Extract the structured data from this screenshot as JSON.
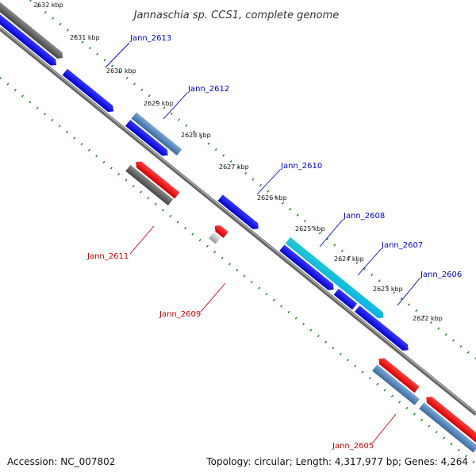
{
  "title": "Jannaschia sp. CCS1, complete genome",
  "footer": {
    "accession": "Accession: NC_007802",
    "summary": "Topology: circular; Length: 4,317,977 bp; Genes: 4,264"
  },
  "scale_labels": [
    "2632 kbp",
    "2631 kbp",
    "2630 kbp",
    "2629 kbp",
    "2628 kbp",
    "2627 kbp",
    "2626 kbp",
    "2625 kbp",
    "2624 kbp",
    "2623 kbp",
    "2622 kbp"
  ],
  "gene_labels": [
    {
      "text": "Jann_2613",
      "color": "#0000cc"
    },
    {
      "text": "Jann_2612",
      "color": "#0000cc"
    },
    {
      "text": "Jann_2610",
      "color": "#0000cc"
    },
    {
      "text": "Jann_2608",
      "color": "#0000cc"
    },
    {
      "text": "Jann_2607",
      "color": "#0000cc"
    },
    {
      "text": "Jann_2606",
      "color": "#0000cc"
    },
    {
      "text": "Jann_2611",
      "color": "#cc0000"
    },
    {
      "text": "Jann_2609",
      "color": "#cc0000"
    },
    {
      "text": "Jann_2605",
      "color": "#cc0000"
    }
  ],
  "colors": {
    "forward_gene": "#0000ee",
    "reverse_gene": "#ee0000",
    "gray_feature": "#555555",
    "light_gray_feature": "#bbbbbb",
    "steel_feature": "#4a7fb5",
    "cyan_feature": "#1ecccc",
    "tick_green": "#228822",
    "backbone": "#777777"
  }
}
